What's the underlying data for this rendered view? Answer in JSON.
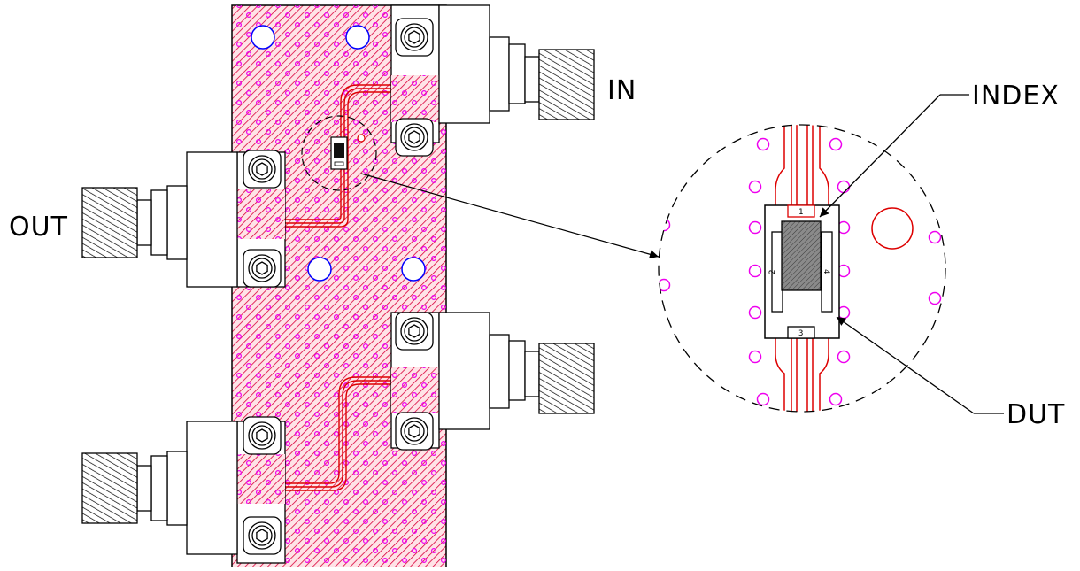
{
  "labels": {
    "in": "IN",
    "out": "OUT",
    "index": "INDEX",
    "dut": "DUT"
  },
  "pins": [
    "1",
    "2",
    "3",
    "4"
  ],
  "colors": {
    "board_hatch": "#d9003a",
    "board_fill": "#ffd6dc",
    "via": "#ee00ee",
    "trace": "#dd0000",
    "mount_hole": "#0000ff",
    "outline": "#000000"
  },
  "icons": {
    "connector": "sma-connector-icon",
    "screw": "hex-screw-icon",
    "mount_hole": "mounting-hole-icon",
    "dut": "dut-package-icon"
  }
}
